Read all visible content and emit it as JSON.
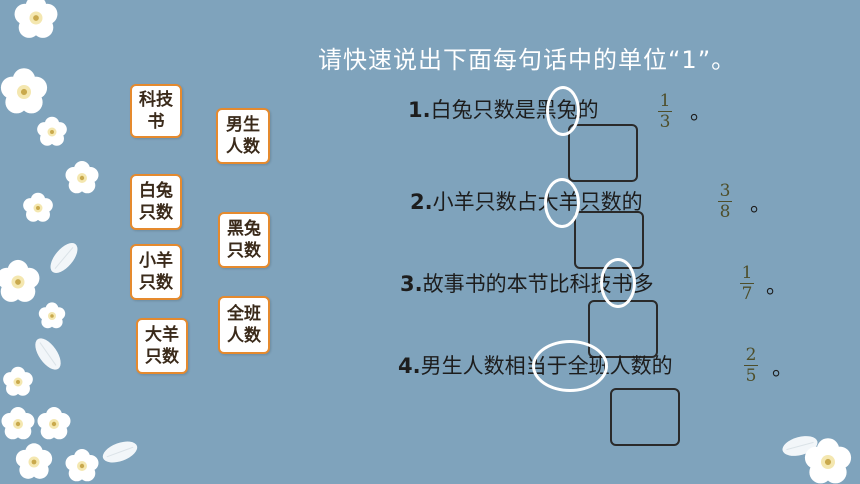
{
  "title": "请快速说出下面每句话中的单位“1”。",
  "cards": {
    "kejishu": "科技\n书",
    "nansheng": "男生\n人数",
    "baitu": "白兔\n只数",
    "heitu": "黑兔\n只数",
    "xiaoyang": "小羊\n只数",
    "quanban": "全班\n人数",
    "dayang": "大羊\n只数"
  },
  "questions": [
    {
      "num": "1.",
      "text": "白兔只数是黑兔的",
      "frac_num": "1",
      "frac_den": "3",
      "end": "。"
    },
    {
      "num": "2.",
      "text": "小羊只数占大羊只数的",
      "frac_num": "3",
      "frac_den": "8",
      "end": "。"
    },
    {
      "num": "3.",
      "text": "故事书的本节比科技书多",
      "frac_num": "1",
      "frac_den": "7",
      "end": "。"
    },
    {
      "num": "4.",
      "text": "男生人数相当于全班人数的",
      "frac_num": "2",
      "frac_den": "5",
      "end": "。"
    }
  ],
  "decor": {
    "flower": "flower-icon",
    "petal": "petal-icon",
    "background": "#7fa3bc",
    "card_border": "#e58a2e"
  }
}
